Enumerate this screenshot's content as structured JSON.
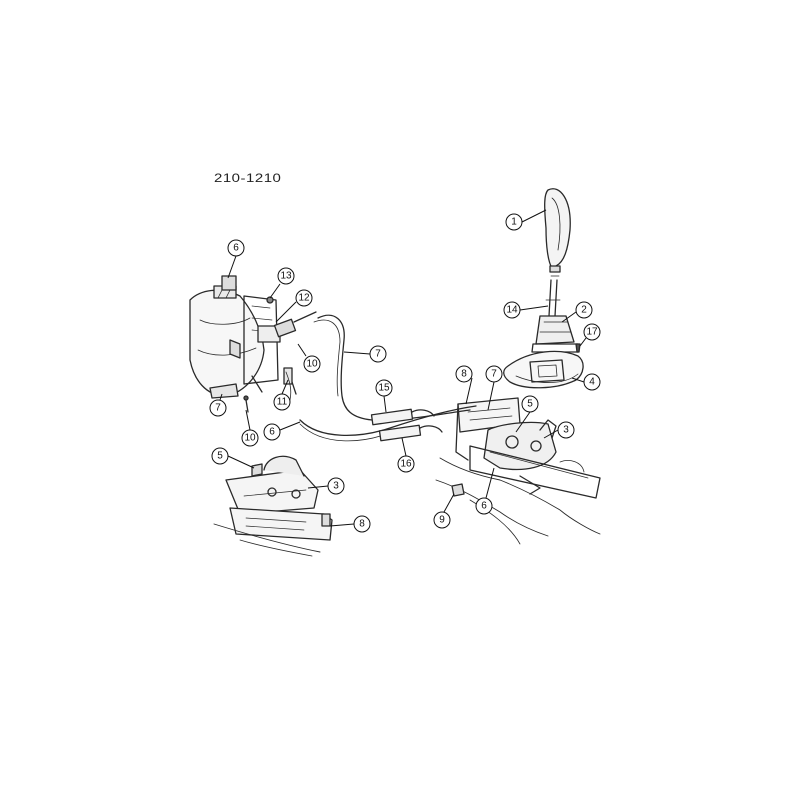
{
  "diagram": {
    "code": "210-1210",
    "callouts": [
      {
        "label": "1"
      },
      {
        "label": "14"
      },
      {
        "label": "2"
      },
      {
        "label": "17"
      },
      {
        "label": "4"
      },
      {
        "label": "8"
      },
      {
        "label": "7"
      },
      {
        "label": "5"
      },
      {
        "label": "3"
      },
      {
        "label": "6"
      },
      {
        "label": "9"
      },
      {
        "label": "15"
      },
      {
        "label": "16"
      },
      {
        "label": "7"
      },
      {
        "label": "6"
      },
      {
        "label": "6"
      },
      {
        "label": "13"
      },
      {
        "label": "12"
      },
      {
        "label": "10"
      },
      {
        "label": "11"
      },
      {
        "label": "7"
      },
      {
        "label": "10"
      },
      {
        "label": "5"
      },
      {
        "label": "3"
      },
      {
        "label": "8"
      }
    ]
  }
}
